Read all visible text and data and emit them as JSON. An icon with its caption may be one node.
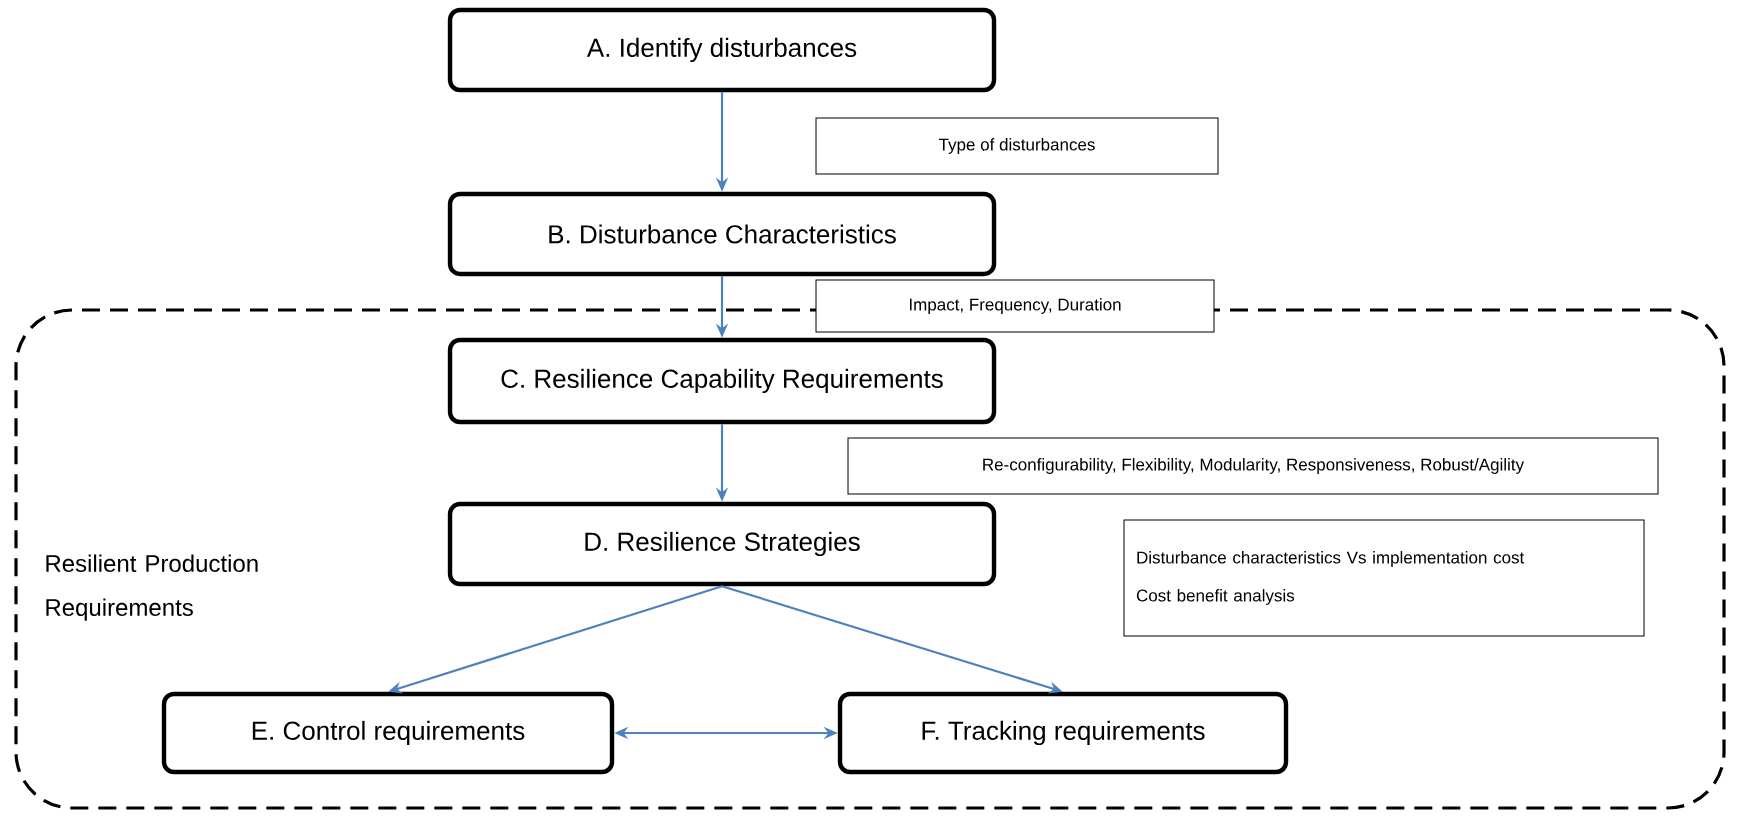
{
  "diagram": {
    "nodes": [
      {
        "text": [
          "A. Identify disturbances"
        ]
      },
      {
        "text": [
          "B. Disturbance Characteristics"
        ]
      },
      {
        "text": [
          "Resilient Production Requirements"
        ]
      },
      {
        "text": [
          "C. Resilience Capability Requirements"
        ],
        "in": 2
      },
      {
        "text": [
          "D. Resilience Strategies"
        ],
        "in": 2
      },
      {
        "text": [
          "E. Control requirements"
        ],
        "in": 2
      },
      {
        "text": [
          "F. Tracking requirements"
        ],
        "in": 2
      },
      {
        "text": [
          "Type of disturbances"
        ]
      },
      {
        "text": [
          "Impact, Frequency, Duration"
        ]
      },
      {
        "text": [
          "Re-configurability, Flexibility, Modularity, Responsiveness, Robust/Agility"
        ],
        "in": 2
      },
      {
        "text": [
          "Disturbance characteristics Vs implementation cost",
          "Cost benefit analysis"
        ],
        "in": 2
      }
    ],
    "edges": [
      {
        "from": 0,
        "to": 1,
        "arrow": "to"
      },
      {
        "from": 1,
        "to": 3,
        "arrow": "to"
      },
      {
        "from": 3,
        "to": 4,
        "arrow": "to"
      },
      {
        "from": 4,
        "to": 5,
        "arrow": "to"
      },
      {
        "from": 4,
        "to": 6,
        "arrow": "to"
      },
      {
        "from": 5,
        "to": 6,
        "arrow": "both"
      }
    ]
  }
}
